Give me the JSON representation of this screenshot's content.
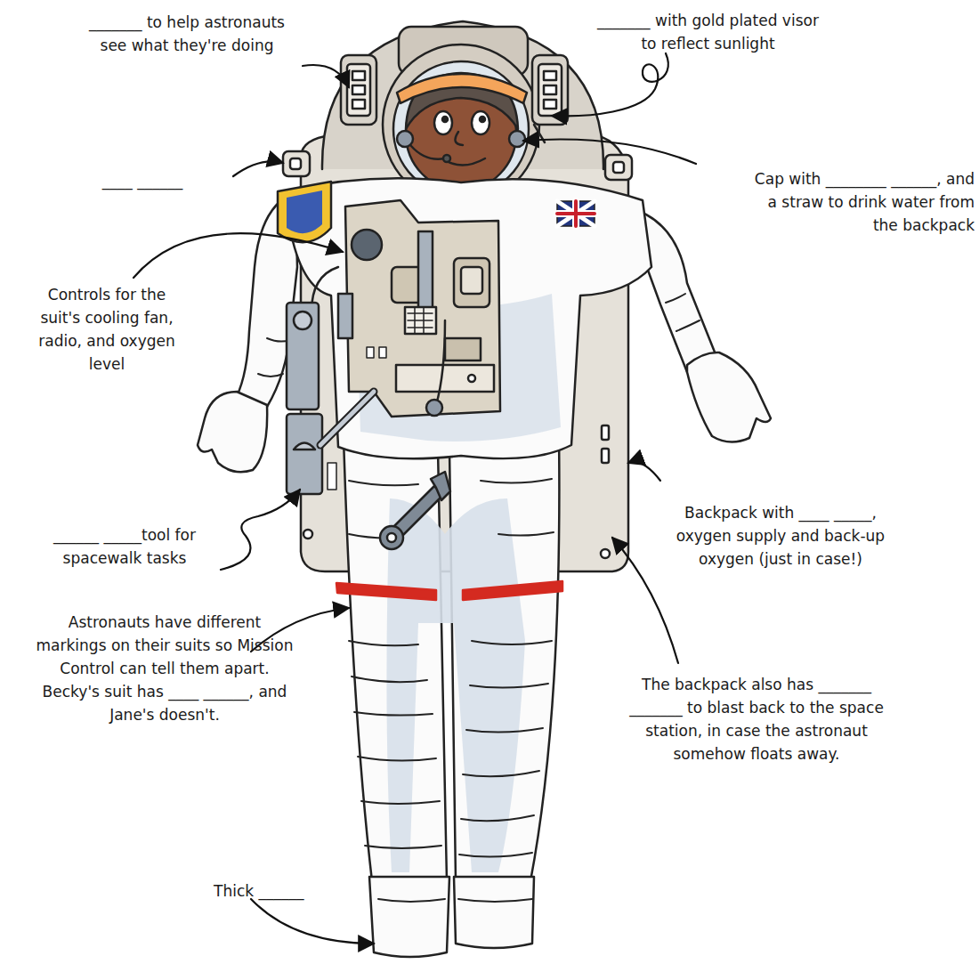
{
  "diagram": {
    "labels": [
      "_______ to help astronauts see what they're doing",
      "_______ with gold plated visor to reflect sunlight",
      "____ ______",
      "Cap with ________ ______, and a straw to drink water from the backpack",
      "Controls for the suit's cooling fan, radio, and oxygen level",
      "______ _____tool for spacewalk tasks",
      "Backpack with ____ _____, oxygen supply and back-up oxygen (just in case!)",
      "Astronauts have different markings on their suits so Mission Control can tell them apart. Becky's suit has ____ ______, and Jane's doesn't.",
      "The backpack also has _______ _______ to blast back to the space station, in case the astronaut somehow floats away.",
      "Thick ______"
    ]
  }
}
